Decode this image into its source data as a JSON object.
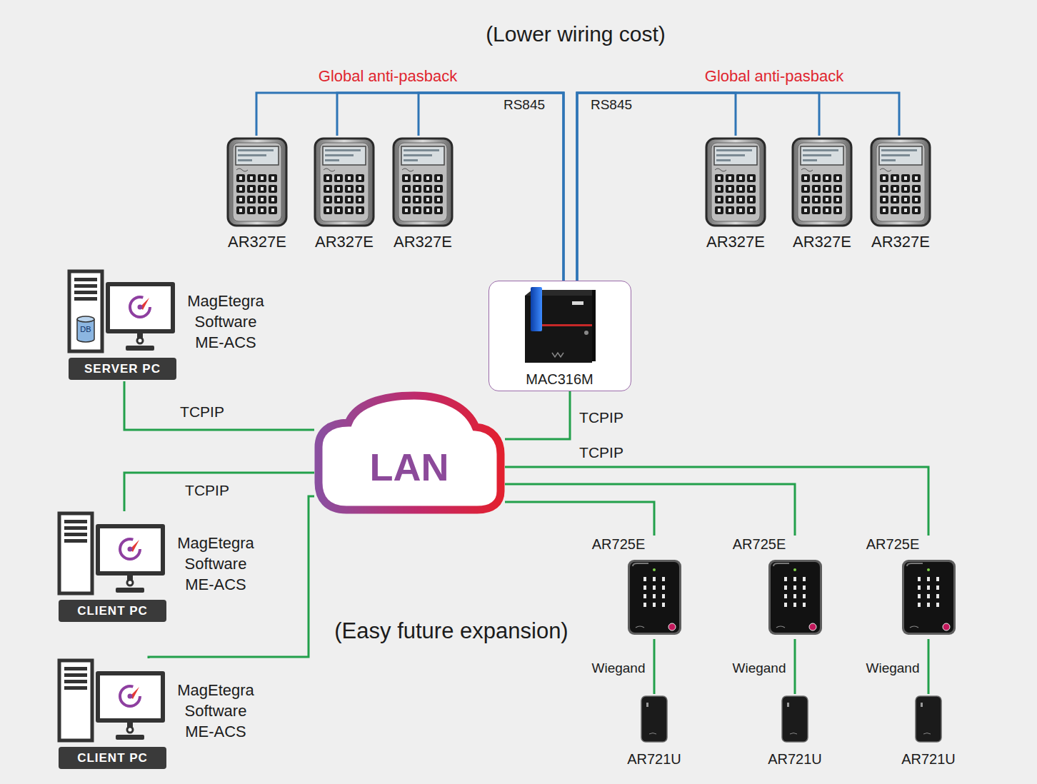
{
  "diagram": {
    "nodes": [
      {
        "text": [
          "AR327E"
        ]
      },
      {
        "text": [
          "AR327E"
        ]
      },
      {
        "text": [
          "AR327E"
        ]
      },
      {
        "text": [
          "AR327E"
        ]
      },
      {
        "text": [
          "AR327E"
        ]
      },
      {
        "text": [
          "AR327E"
        ]
      },
      {
        "text": [
          "MagEtegra Software ME-ACS",
          "SERVER PC"
        ]
      },
      {
        "text": [
          "MAC316M"
        ]
      },
      {
        "text": [
          "LAN"
        ]
      },
      {
        "text": [
          "MagEtegra Software ME-ACS",
          "CLIENT PC"
        ]
      },
      {
        "text": [
          "AR725E"
        ]
      },
      {
        "text": [
          "AR725E"
        ]
      },
      {
        "text": [
          "AR725E"
        ]
      },
      {
        "text": [
          "MagEtegra Software ME-ACS",
          "CLIENT PC"
        ]
      },
      {
        "text": [
          "AR721U"
        ]
      },
      {
        "text": [
          "AR721U"
        ]
      },
      {
        "text": [
          "AR721U"
        ]
      }
    ],
    "edges": [
      {
        "from": 7,
        "to": 0,
        "arrow": "none"
      },
      {
        "from": 7,
        "to": 1,
        "arrow": "none"
      },
      {
        "from": 7,
        "to": 2,
        "label": "RS845",
        "arrow": "none"
      },
      {
        "from": 7,
        "to": 3,
        "label": "RS845",
        "arrow": "none"
      },
      {
        "from": 7,
        "to": 4,
        "arrow": "none"
      },
      {
        "from": 7,
        "to": 5,
        "arrow": "none"
      },
      {
        "from": 6,
        "to": 8,
        "label": "TCPIP",
        "arrow": "none"
      },
      {
        "from": 7,
        "to": 8,
        "label": "TCPIP",
        "arrow": "none"
      },
      {
        "from": 9,
        "to": 8,
        "label": "TCPIP",
        "arrow": "none"
      },
      {
        "from": 13,
        "to": 8,
        "arrow": "none"
      },
      {
        "from": 8,
        "to": 10,
        "arrow": "none"
      },
      {
        "from": 8,
        "to": 11,
        "arrow": "none"
      },
      {
        "from": 8,
        "to": 12,
        "label": "TCPIP",
        "arrow": "none"
      },
      {
        "from": 10,
        "to": 14,
        "label": "Wiegand",
        "arrow": "none"
      },
      {
        "from": 11,
        "to": 15,
        "label": "Wiegand",
        "arrow": "none"
      },
      {
        "from": 12,
        "to": 16,
        "label": "Wiegand",
        "arrow": "none"
      }
    ],
    "labels": [
      "(Lower wiring cost)",
      "Global anti-pasback",
      "Global anti-pasback",
      "DB",
      "(Easy future expansion)"
    ]
  }
}
